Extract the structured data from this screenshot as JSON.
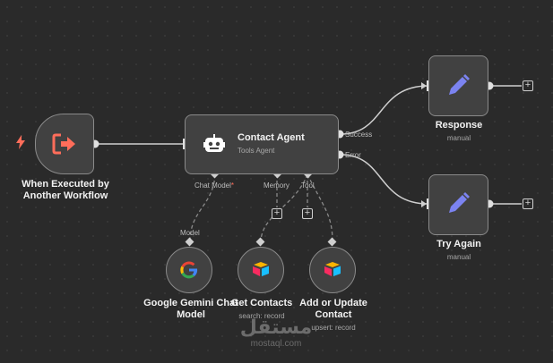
{
  "nodes": {
    "trigger": {
      "label": "When Executed by Another Workflow"
    },
    "agent": {
      "title": "Contact Agent",
      "subtitle": "Tools Agent",
      "ports": {
        "chat_model": "Chat Model",
        "chat_model_required": "*",
        "memory": "Memory",
        "tool": "Tool",
        "success": "Success",
        "error": "Error"
      }
    },
    "response": {
      "label": "Response",
      "subtitle": "manual"
    },
    "try_again": {
      "label": "Try Again",
      "subtitle": "manual"
    },
    "gemini": {
      "label": "Google Gemini Chat Model",
      "port": "Model"
    },
    "get_contacts": {
      "label": "Get Contacts",
      "subtitle": "search: record"
    },
    "add_update": {
      "label": "Add or Update Contact",
      "subtitle": "upsert: record"
    }
  },
  "add_button_symbol": "+",
  "watermark": {
    "arabic": "مستقل",
    "url": "mostaql.com"
  },
  "colors": {
    "canvas": "#2a2a2a",
    "node": "#414141",
    "border": "#8a8a8a",
    "trigger_accent": "#ff6d5a",
    "edit_icon": "#7b83f0"
  },
  "icons": [
    "lightning-bolt-icon",
    "sign-out-arrow-icon",
    "robot-icon",
    "pencil-icon",
    "google-g-icon",
    "airtable-icon"
  ]
}
